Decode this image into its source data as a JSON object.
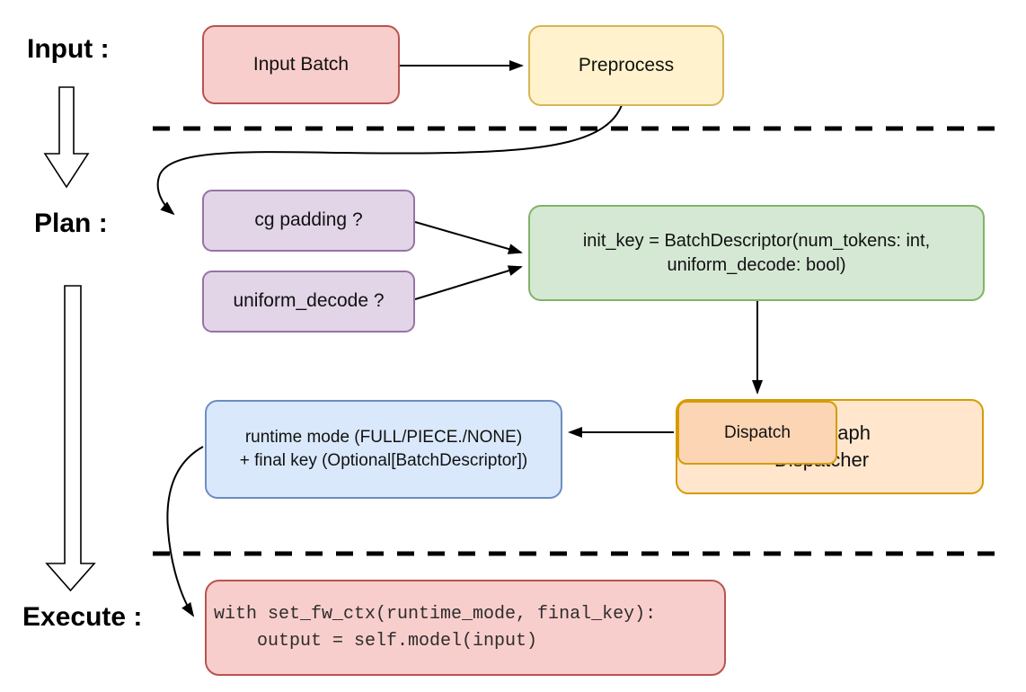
{
  "stages": {
    "input": "Input :",
    "plan": "Plan :",
    "execute": "Execute :"
  },
  "nodes": {
    "input_batch": {
      "label": "Input Batch",
      "fill": "#f8cecc",
      "stroke": "#b85450"
    },
    "preprocess": {
      "label": "Preprocess",
      "fill": "#fff2cc",
      "stroke": "#d6b656"
    },
    "cg_padding": {
      "label": "cg padding ?",
      "fill": "#e1d5e7",
      "stroke": "#9673a6"
    },
    "uniform_decode": {
      "label": "uniform_decode ?",
      "fill": "#e1d5e7",
      "stroke": "#9673a6"
    },
    "init_key": {
      "lines": [
        "init_key = BatchDescriptor(num_tokens: int,",
        "uniform_decode: bool)"
      ],
      "fill": "#d5e8d4",
      "stroke": "#82b366"
    },
    "runtime_mode": {
      "lines": [
        "runtime mode (FULL/PIECE./NONE)",
        "+ final key (Optional[BatchDescriptor])"
      ],
      "fill": "#dae8fc",
      "stroke": "#6c8ebf"
    },
    "dispatch": {
      "label": "Dispatch",
      "fill": "#fcd5b5",
      "stroke": "#d79b00"
    },
    "cudagraph_dispatcher": {
      "label": "Cudagraph Dispatcher",
      "fill": "#ffe6cc",
      "stroke": "#d79b00"
    },
    "execute_code": {
      "lines": [
        "with set_fw_ctx(runtime_mode, final_key):",
        "    output = self.model(input)"
      ],
      "fill": "#f8cecc",
      "stroke": "#b85450"
    }
  },
  "colors": {
    "line": "#000000",
    "text": "#111111"
  }
}
